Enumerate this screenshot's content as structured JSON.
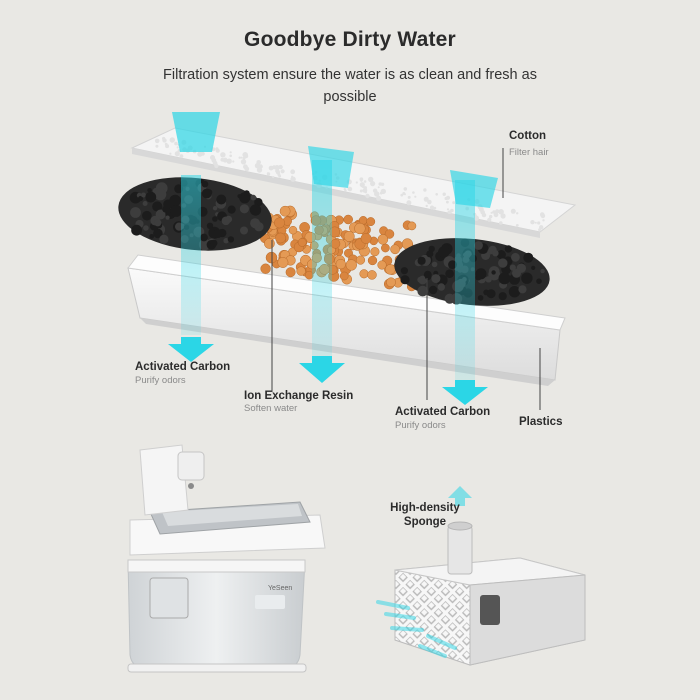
{
  "header": {
    "title": "Goodbye Dirty Water",
    "subtitle": "Filtration system ensure the water is as clean and fresh as possible"
  },
  "layers": [
    {
      "name": "Cotton",
      "desc": "Filter hair"
    },
    {
      "name": "Activated Carbon",
      "desc": "Purify odors"
    },
    {
      "name": "Ion Exchange Resin",
      "desc": "Soften water"
    },
    {
      "name": "Activated Carbon",
      "desc": "Purify odors"
    },
    {
      "name": "Plastics",
      "desc": ""
    }
  ],
  "pump": {
    "label_line1": "High-density",
    "label_line2": "Sponge"
  },
  "product": {
    "brand": "YeSeen"
  },
  "colors": {
    "background": "#e9e8e4",
    "water_arrow": "#2bd6e6",
    "carbon": "#2a2a2a",
    "resin": "#e49a55",
    "tray": "#f4f4f4"
  }
}
